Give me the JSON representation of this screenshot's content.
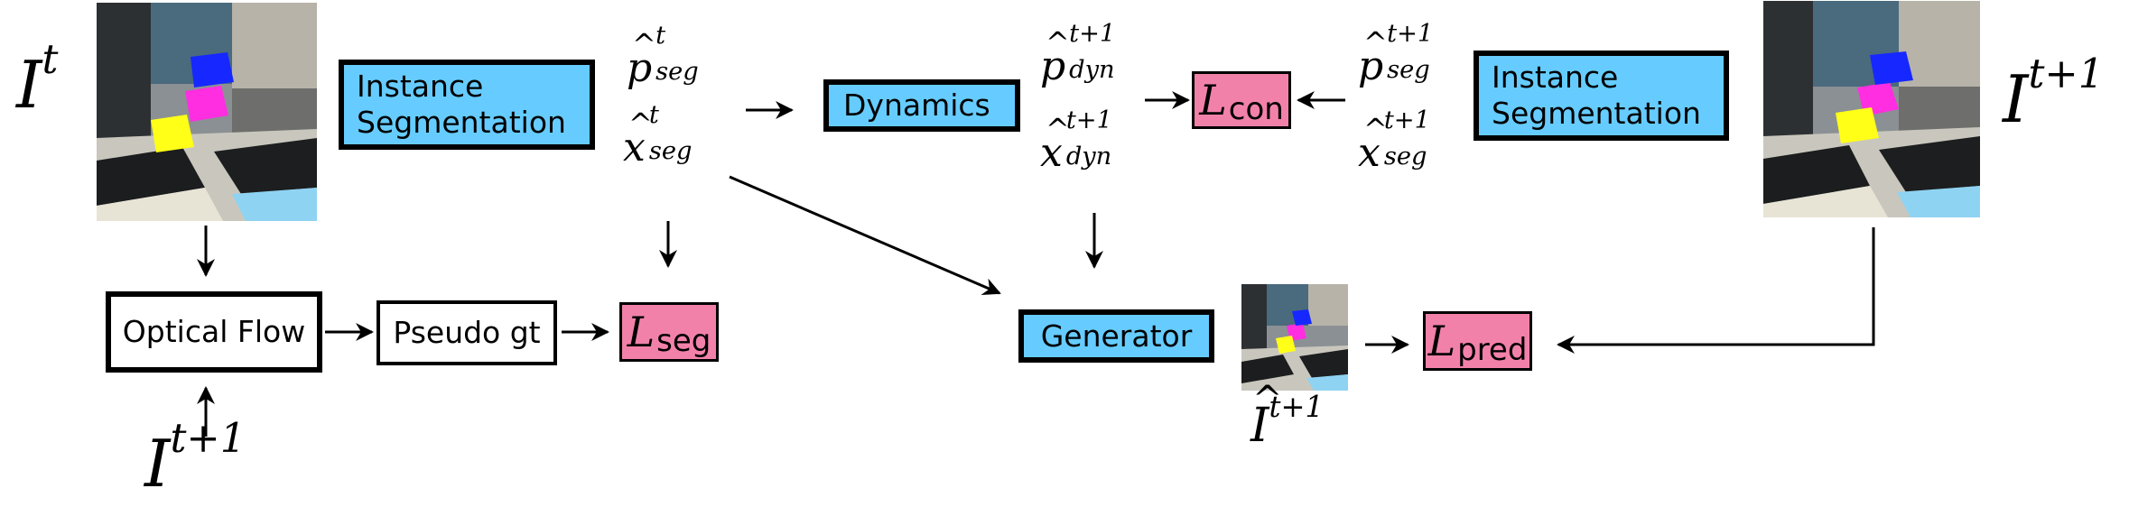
{
  "boxes": {
    "instance_seg_left": {
      "line1": "Instance",
      "line2": "Segmentation"
    },
    "instance_seg_right": {
      "line1": "Instance",
      "line2": "Segmentation"
    },
    "dynamics": "Dynamics",
    "optical_flow": "Optical Flow",
    "pseudo_gt": "Pseudo gt",
    "generator": "Generator"
  },
  "losses": {
    "con": {
      "symbol": "L",
      "subscript": "con"
    },
    "seg": {
      "symbol": "L",
      "subscript": "seg"
    },
    "pred": {
      "symbol": "L",
      "subscript": "pred"
    }
  },
  "math": {
    "I": "I",
    "t": "t",
    "t_plus_1": "t+1",
    "p": "p",
    "x": "x",
    "seg": "seg",
    "dyn": "dyn",
    "hat": "^"
  },
  "colors": {
    "module_blue": "#66ccff",
    "loss_pink": "#f281a9",
    "line": "#000000"
  }
}
